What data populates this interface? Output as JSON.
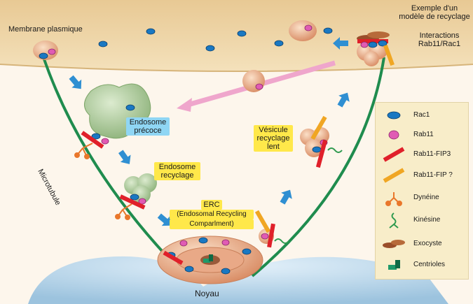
{
  "labels": {
    "title_line1": "Exemple d'un",
    "title_line2": "modèle de recyclage",
    "interactions_line1": "Interactions",
    "interactions_line2": "Rab11/Rac1",
    "membrane": "Membrane plasmique",
    "early_endosome_line1": "Endosome",
    "early_endosome_line2": "précoce",
    "recycling_endosome_line1": "Endosome",
    "recycling_endosome_line2": "recyclage",
    "erc_line1": "ERC",
    "erc_line2": "(Endosomal Recycling",
    "erc_line3": "Comparlment)",
    "slow_vesicle_line1": "Vésicule",
    "slow_vesicle_line2": "recyclage",
    "slow_vesicle_line3": "lent",
    "microtubule": "Microtubule",
    "nucleus": "Noyau"
  },
  "legend": [
    {
      "icon": "rac1-icon",
      "label": "Rac1",
      "color": "#1a78c2"
    },
    {
      "icon": "rab11-icon",
      "label": "Rab11",
      "color": "#e05bb4"
    },
    {
      "icon": "rab11-fip3-icon",
      "label": "Rab11-FIP3",
      "color": "#e0202a"
    },
    {
      "icon": "rab11-fip-icon",
      "label": "Rab11-FIP ?",
      "color": "#f0a623"
    },
    {
      "icon": "dynein-icon",
      "label": "Dynéine",
      "color": "#e9772b"
    },
    {
      "icon": "kinesin-icon",
      "label": "Kinésine",
      "color": "#2f9a4f"
    },
    {
      "icon": "exocyst-icon",
      "label": "Exocyste",
      "color": "#9a4e2a"
    },
    {
      "icon": "centrioles-icon",
      "label": "Centrioles",
      "color": "#1f9a6a"
    }
  ],
  "colors": {
    "membrane": "#f1d8a6",
    "microtubule": "#1f8c4e",
    "arrow": "#2f8fd2",
    "nucleus": "#bcd9ec",
    "early_endosome": "#b9d4a6",
    "recycling_vesicle": "#f1b48c"
  }
}
